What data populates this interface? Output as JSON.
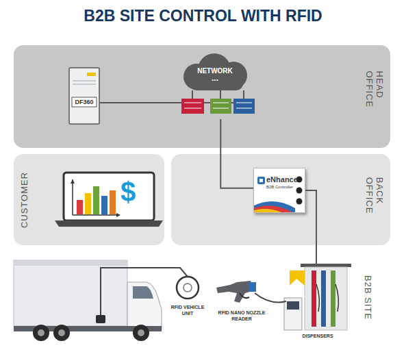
{
  "diagram": {
    "title": "B2B SITE CONTROL WITH RFID",
    "nodes": [
      {
        "text": [
          "HEAD OFFICE"
        ]
      },
      {
        "text": [
          "DF360"
        ],
        "in": 0
      },
      {
        "text": [
          "NETWORK",
          "..."
        ],
        "in": 0
      },
      {
        "text": [
          "CUSTOMER"
        ]
      },
      {
        "text": [
          "BACK OFFICE"
        ]
      },
      {
        "text": [
          "eNhance",
          "B2B Controller"
        ],
        "in": 4
      },
      {
        "text": [
          "RFID VEHICLE UNIT"
        ]
      },
      {
        "text": [
          "RFID NANO NOZZLE READER"
        ]
      },
      {
        "text": [
          "DISPENSERS"
        ]
      }
    ],
    "edges": [
      {
        "from": 1,
        "to": 2,
        "arrow": "none"
      },
      {
        "from": 2,
        "to": 5,
        "arrow": "none"
      },
      {
        "from": 5,
        "to": 8,
        "arrow": "none"
      }
    ],
    "labels": [
      "$",
      "B2B SITE"
    ]
  }
}
